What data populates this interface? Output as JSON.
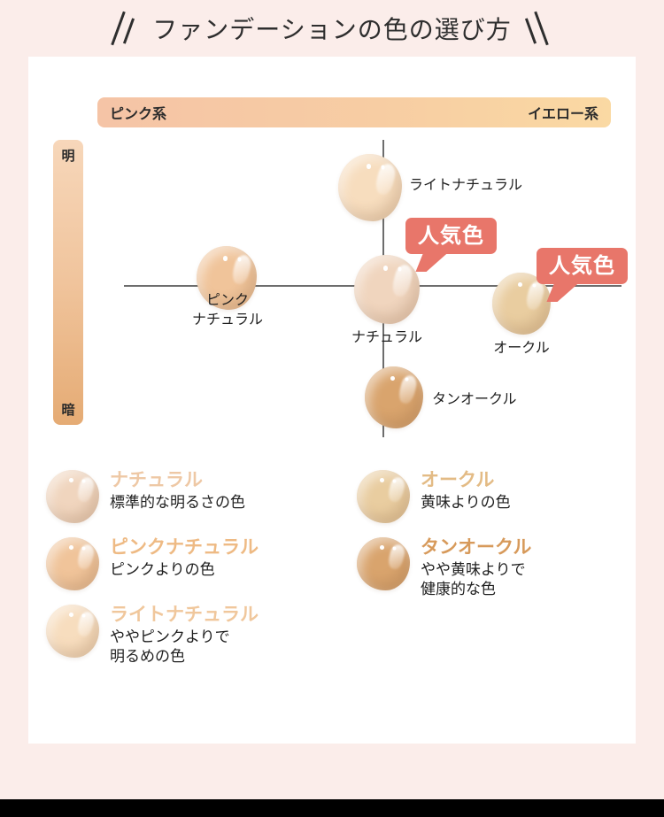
{
  "page": {
    "title": "ファンデーションの色の選び方",
    "background_color": "#fbedea",
    "card_color": "#ffffff",
    "accent_color": "#e8766a"
  },
  "axes": {
    "hue_bar": {
      "left_label": "ピンク系",
      "right_label": "イエロー系",
      "gradient_from": "#f5c4a6",
      "gradient_to": "#fad9a3"
    },
    "luminance_bar": {
      "top_label": "明",
      "bottom_label": "暗",
      "gradient_from": "#f7d7ba",
      "gradient_to": "#e5ab74"
    }
  },
  "badges": {
    "popular_label": "人気色"
  },
  "chart_data": {
    "type": "scatter",
    "title": "ファンデーションの色の選び方",
    "xlabel": "ピンク系 〜 イエロー系",
    "ylabel": "明 〜 暗",
    "xlim": [
      -1,
      1
    ],
    "ylim": [
      -1,
      1
    ],
    "grid": false,
    "legend": "none",
    "points": [
      {
        "label": "ライトナチュラル",
        "x": -0.03,
        "y": 0.58,
        "color": "#f7ddbe",
        "popular": false
      },
      {
        "label": "ピンク\nナチュラル",
        "x": -0.61,
        "y": 0.09,
        "color": "#f0c49a",
        "popular": false
      },
      {
        "label": "ナチュラル",
        "x": 0.0,
        "y": 0.0,
        "color": "#f0d5be",
        "popular": true
      },
      {
        "label": "オークル",
        "x": 0.5,
        "y": -0.1,
        "color": "#e9cda0",
        "popular": true
      },
      {
        "label": "タンオークル",
        "x": 0.04,
        "y": -0.63,
        "color": "#d9a46d",
        "popular": false
      }
    ]
  },
  "legend_items": {
    "left": [
      {
        "name": "ナチュラル",
        "desc": "標準的な明るさの色",
        "color": "#f0d5be",
        "name_color": "#eec8a5"
      },
      {
        "name": "ピンクナチュラル",
        "desc": "ピンクよりの色",
        "color": "#f0c49a",
        "name_color": "#eeba84"
      },
      {
        "name": "ライトナチュラル",
        "desc": "ややピンクよりで\n明るめの色",
        "color": "#f7ddbe",
        "name_color": "#f0c79c"
      }
    ],
    "right": [
      {
        "name": "オークル",
        "desc": "黄味よりの色",
        "color": "#e9cda0",
        "name_color": "#e3bb85"
      },
      {
        "name": "タンオークル",
        "desc": "やや黄味よりで\n健康的な色",
        "color": "#d9a46d",
        "name_color": "#d79a5b"
      }
    ]
  }
}
